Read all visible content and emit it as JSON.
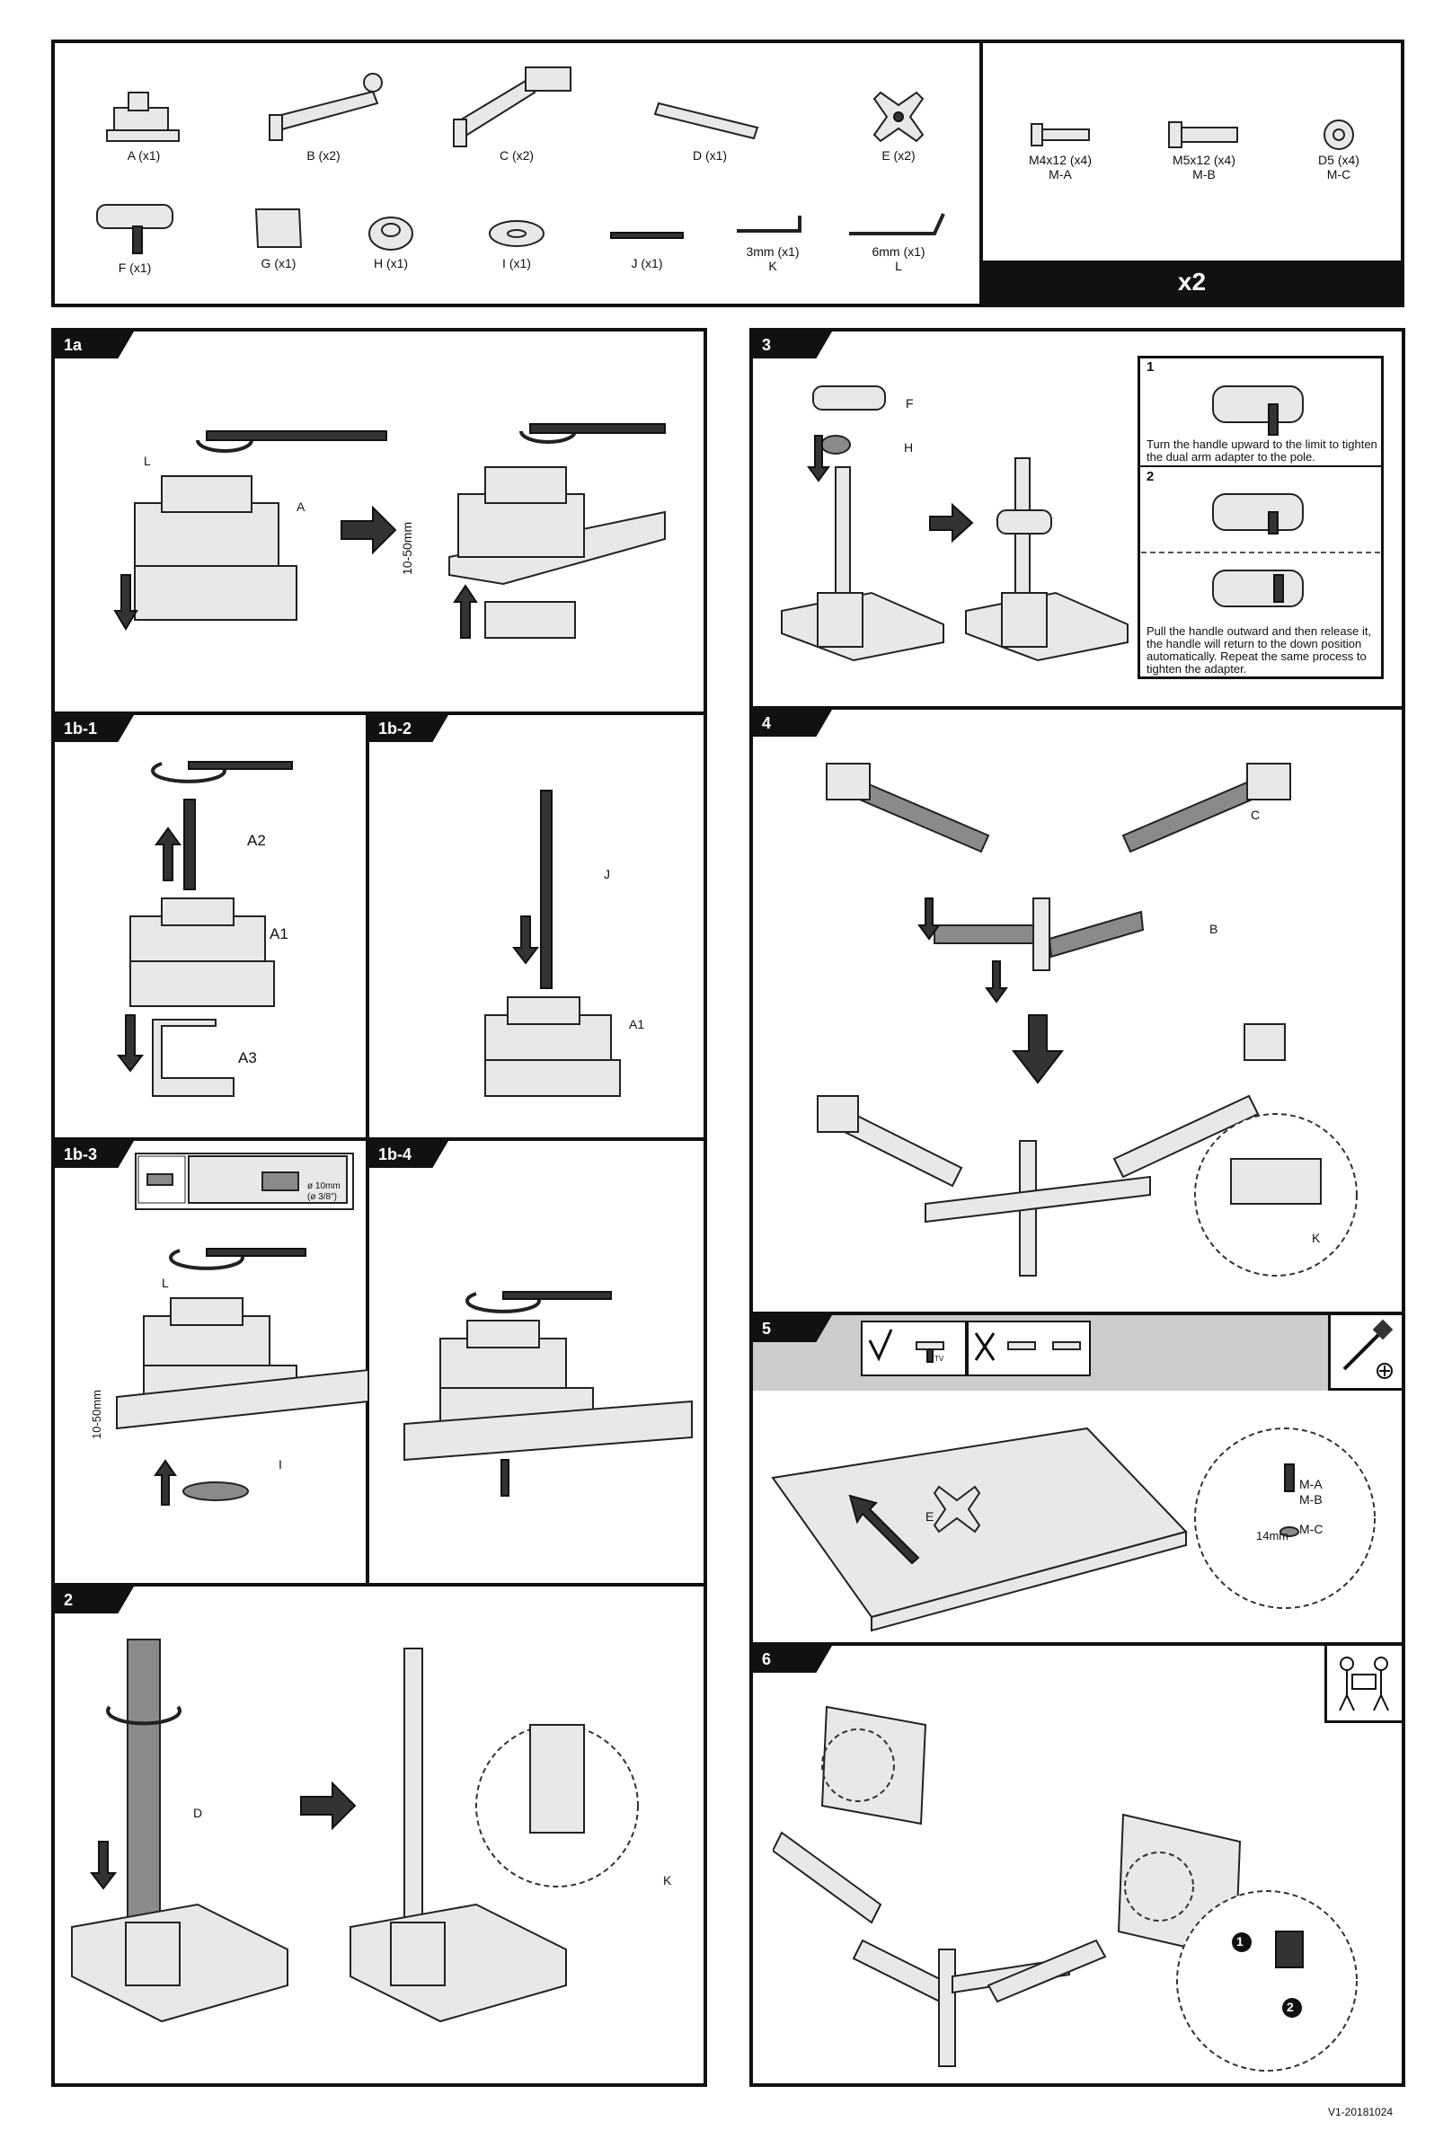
{
  "parts": [
    {
      "label": "A (x1)"
    },
    {
      "label": "B (x2)"
    },
    {
      "label": "C (x2)"
    },
    {
      "label": "D (x1)"
    },
    {
      "label": "E (x2)"
    },
    {
      "label": "F (x1)"
    },
    {
      "label": "G (x1)"
    },
    {
      "label": "H (x1)"
    },
    {
      "label": "I (x1)"
    },
    {
      "label": "J (x1)"
    },
    {
      "label": "3mm (x1)\nK"
    },
    {
      "label": "6mm (x1)\nL"
    }
  ],
  "hardware": [
    {
      "label": "M4x12 (x4)\nM-A"
    },
    {
      "label": "M5x12 (x4)\nM-B"
    },
    {
      "label": "D5 (x4)\nM-C"
    }
  ],
  "hardware_qty": "x2",
  "steps": {
    "s1a": {
      "tag": "1a",
      "callouts": {
        "L": "L",
        "A": "A",
        "range": "10-50mm"
      }
    },
    "s1b1": {
      "tag": "1b-1",
      "callouts": {
        "A2": "A2",
        "A1": "A1",
        "A3": "A3"
      }
    },
    "s1b2": {
      "tag": "1b-2",
      "callouts": {
        "J": "J",
        "A1": "A1"
      }
    },
    "s1b3": {
      "tag": "1b-3",
      "callouts": {
        "L": "L",
        "I": "I",
        "range": "10-50mm",
        "drill1": "ø 10mm",
        "drill2": "(ø 3/8\")"
      }
    },
    "s1b4": {
      "tag": "1b-4"
    },
    "s2": {
      "tag": "2",
      "callouts": {
        "D": "D",
        "K": "K"
      }
    },
    "s3": {
      "tag": "3",
      "callouts": {
        "F": "F",
        "H": "H"
      },
      "sub1": {
        "num": "1",
        "text": "Turn the handle upward to the limit to tighten the dual arm adapter to the pole."
      },
      "sub2": {
        "num": "2",
        "text": "Pull the handle outward and then release it, the handle will return to the down position automatically. Repeat the same process to tighten the adapter."
      }
    },
    "s4": {
      "tag": "4",
      "callouts": {
        "C": "C",
        "B": "B",
        "K": "K"
      }
    },
    "s5": {
      "tag": "5",
      "callouts": {
        "E": "E",
        "MA": "M-A",
        "MB": "M-B",
        "MC": "M-C"
      },
      "tv": "TV"
    },
    "s6": {
      "tag": "6",
      "markers": {
        "one": "1",
        "two": "2"
      },
      "gap": "14mm"
    }
  },
  "version": "V1-20181024"
}
